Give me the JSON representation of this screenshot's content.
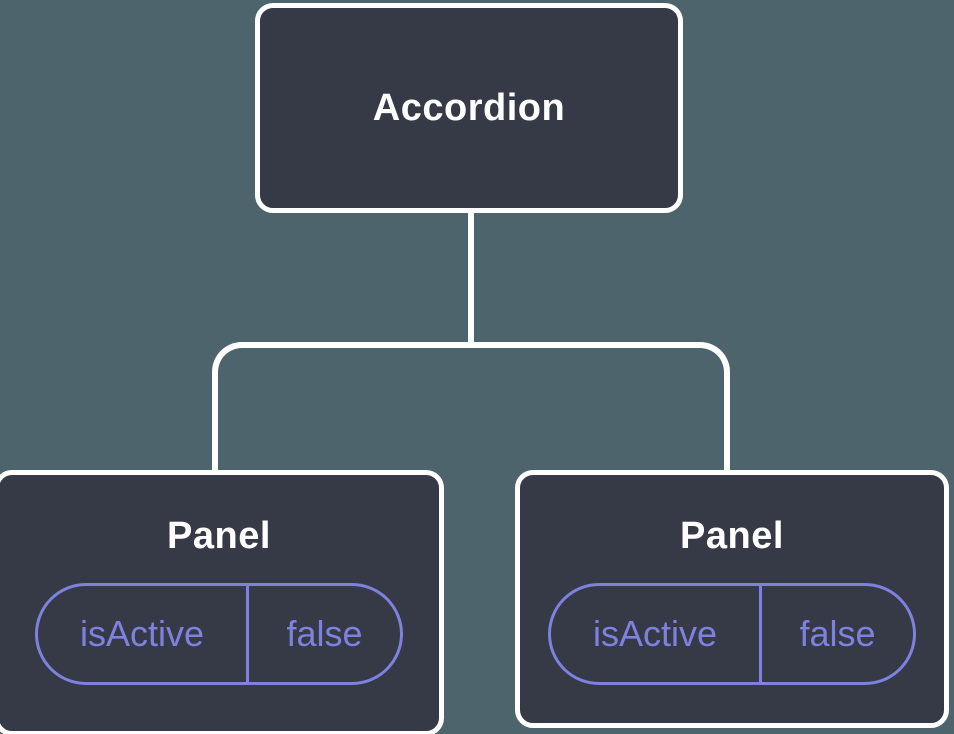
{
  "colors": {
    "background": "#4d646c",
    "node_fill": "#353a46",
    "node_border": "#ffffff",
    "connector": "#ffffff",
    "state_accent": "#7e82de"
  },
  "tree": {
    "root": {
      "label": "Accordion"
    },
    "children": [
      {
        "label": "Panel",
        "state": {
          "name": "isActive",
          "value": "false"
        }
      },
      {
        "label": "Panel",
        "state": {
          "name": "isActive",
          "value": "false"
        }
      }
    ]
  }
}
